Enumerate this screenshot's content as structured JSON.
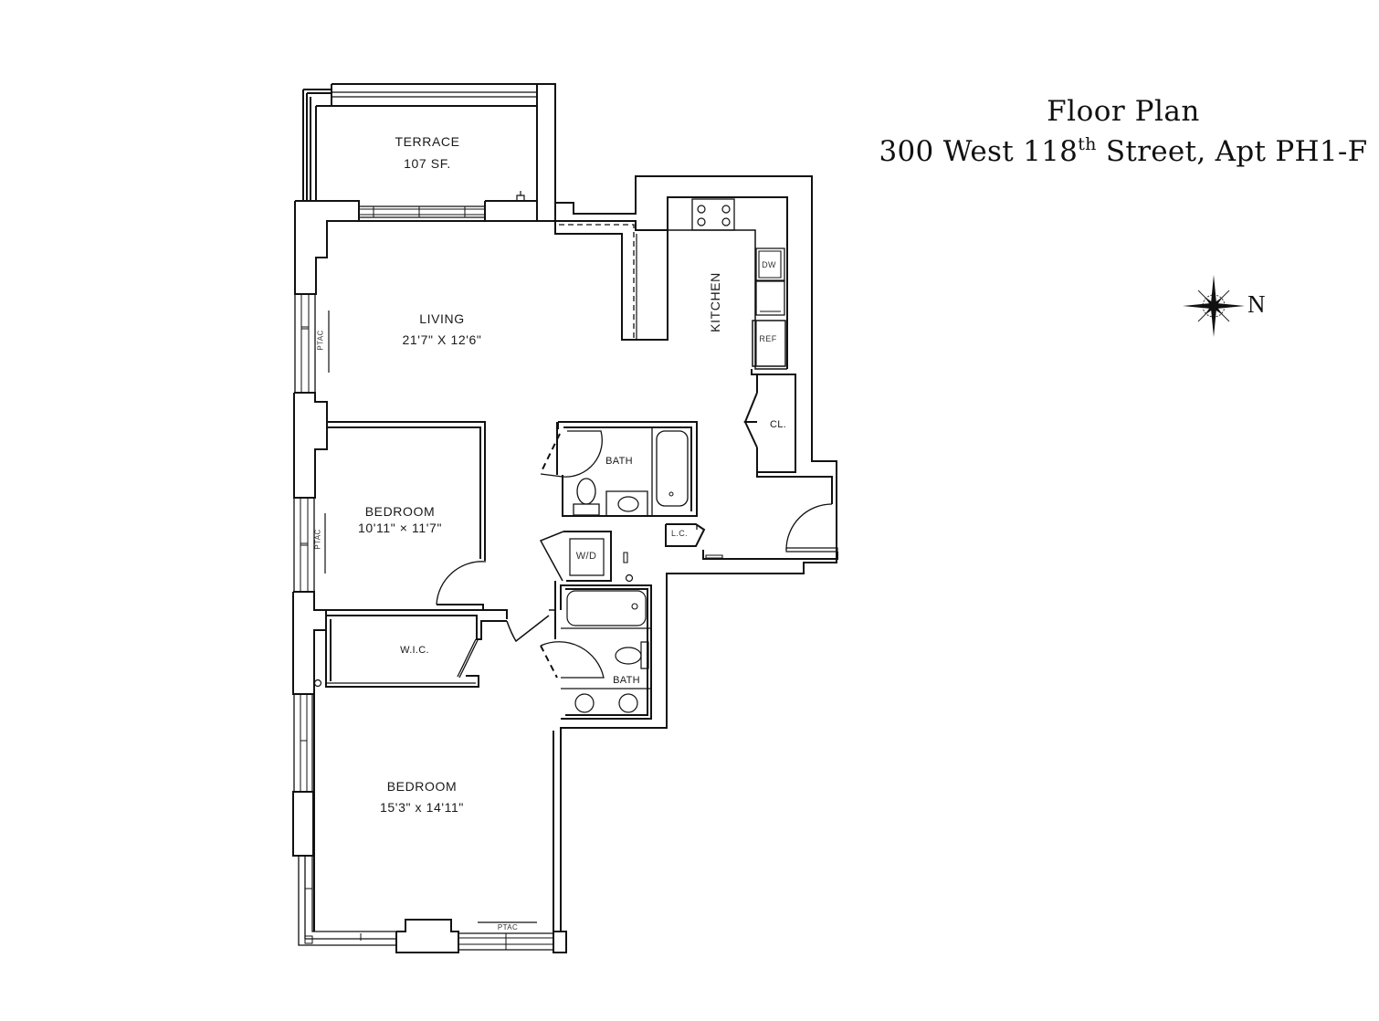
{
  "header": {
    "title": "Floor Plan",
    "address_prefix": "300 West 118",
    "address_superscript": "th",
    "address_suffix": " Street, Apt PH1-F"
  },
  "compass": {
    "icon": "compass-rose-icon",
    "direction_label": "N"
  },
  "rooms": {
    "terrace": {
      "name": "TERRACE",
      "area": "107 SF."
    },
    "living": {
      "name": "LIVING",
      "dimensions": "21'7\" X 12'6\""
    },
    "kitchen": {
      "name": "KITCHEN"
    },
    "bedroom1": {
      "name": "BEDROOM",
      "dimensions": "10'11\" × 11'7\""
    },
    "bedroom2": {
      "name": "BEDROOM",
      "dimensions": "15'3\" x 14'11\""
    },
    "bath1": {
      "name": "BATH"
    },
    "bath2": {
      "name": "BATH"
    },
    "wic": {
      "name": "W.I.C."
    },
    "closet": {
      "name": "CL."
    },
    "linen_closet": {
      "name": "L.C."
    }
  },
  "fixtures": {
    "dishwasher": "DW",
    "refrigerator": "REF",
    "washer_dryer": "W/D",
    "ptac_living": "PTAC",
    "ptac_bedroom1": "PTAC",
    "ptac_bedroom2": "PTAC"
  },
  "colors": {
    "line": "#111111",
    "background": "#ffffff"
  }
}
